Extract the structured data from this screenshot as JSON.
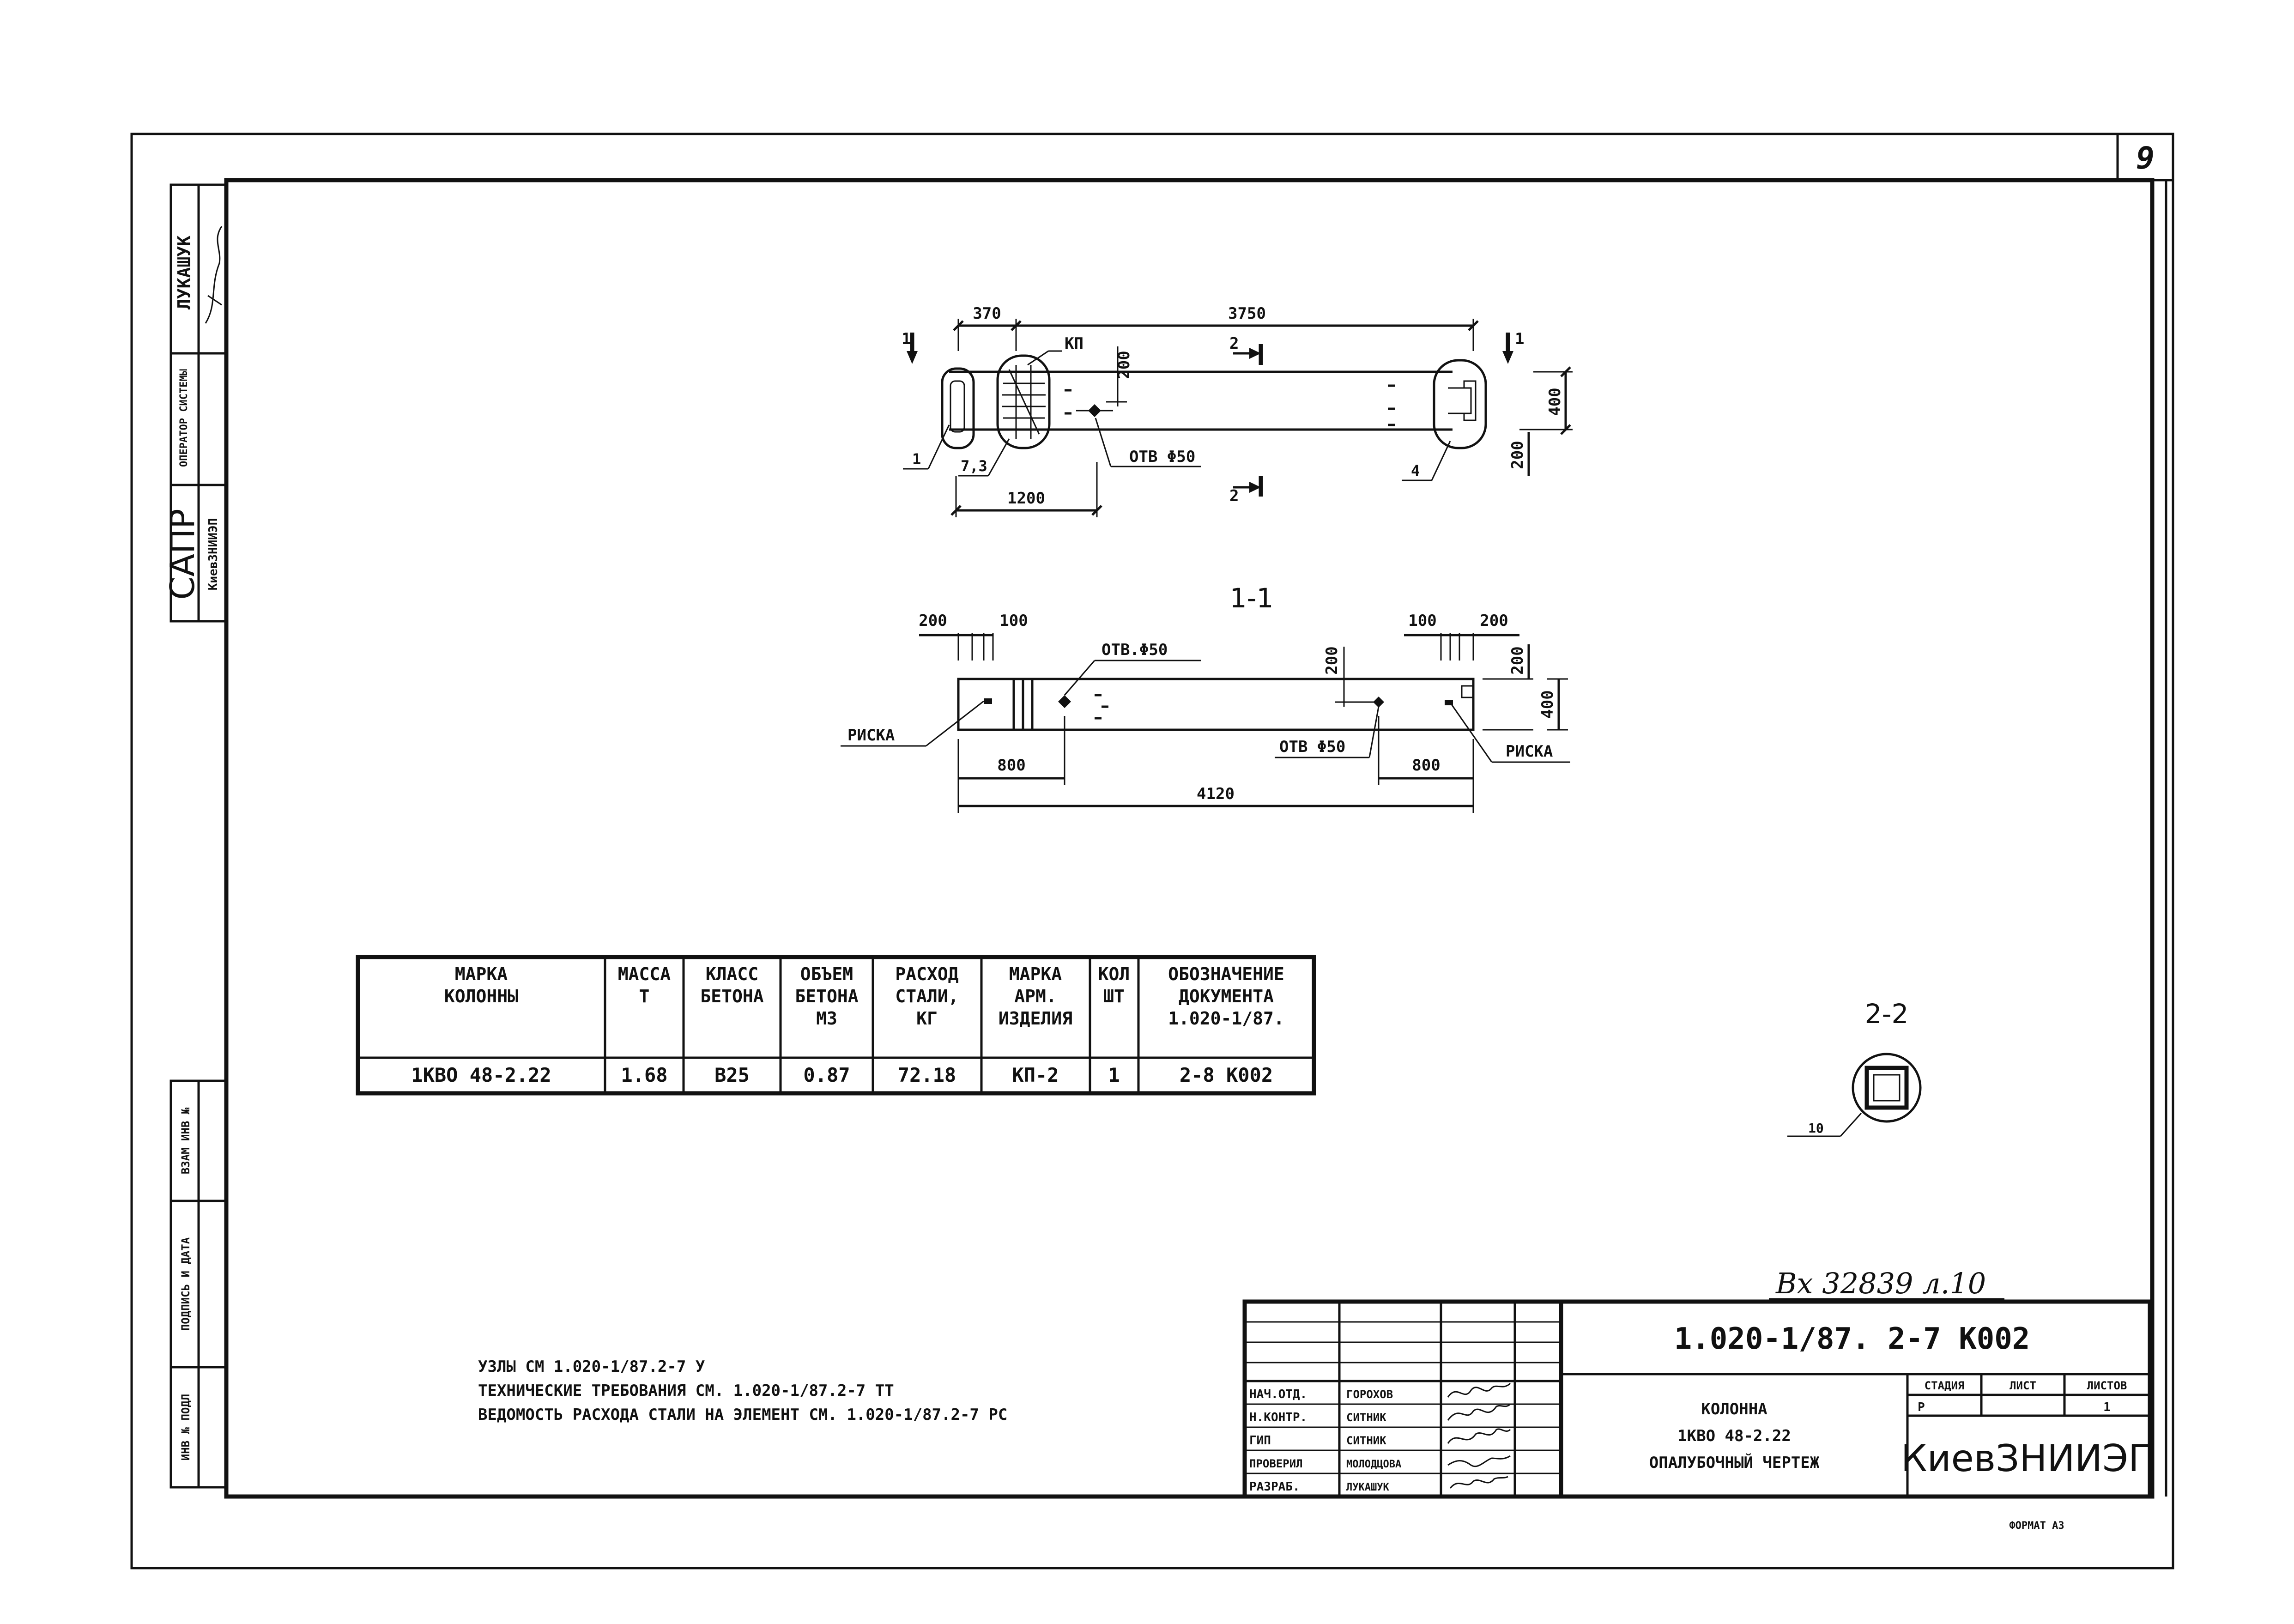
{
  "sheet": {
    "number": "9",
    "format": "ФОРМАТ А3",
    "inventory": "Вх 32839 л.10"
  },
  "left_strip": {
    "author": "ЛУКАШУК",
    "operator_label": "ОПЕРАТОР СИСТЕМЫ",
    "sapr": "САПР",
    "sapr_org": "КиевЗНИИЭП",
    "cells": [
      "ВЗАМ ИНВ №",
      "ПОДПИСЬ И ДАТА",
      "ИНВ № ПОДЛ"
    ]
  },
  "plan_view": {
    "dims": [
      "370",
      "3750",
      "1200",
      "200",
      "400",
      "200"
    ],
    "labels": {
      "kp": "КП",
      "hole": "ОТВ Φ50",
      "pos1": "1",
      "pos73": "7,3",
      "pos4": "4",
      "cut1_left": "1",
      "cut1_right": "1",
      "cut2_top": "2",
      "cut2_bottom": "2"
    }
  },
  "section_1_1": {
    "title": "1-1",
    "dims": [
      "200",
      "100",
      "100",
      "200",
      "200",
      "200",
      "400",
      "800",
      "800",
      "4120"
    ],
    "labels": {
      "hole_top": "ОТВ.Φ50",
      "hole_bottom": "ОТВ Φ50",
      "risk_left": "РИСКА",
      "risk_right": "РИСКА"
    }
  },
  "section_2_2": {
    "title": "2-2",
    "pos": "10"
  },
  "spec_table": {
    "headers": [
      [
        "МАРКА",
        "КОЛОННЫ"
      ],
      [
        "МАССА",
        "Т"
      ],
      [
        "КЛАСС",
        "БЕТОНА"
      ],
      [
        "ОБЪЕМ",
        "БЕТОНА",
        "М3"
      ],
      [
        "РАСХОД",
        "СТАЛИ,",
        "КГ"
      ],
      [
        "МАРКА",
        "АРМ.",
        "ИЗДЕЛИЯ"
      ],
      [
        "КОЛ",
        "ШТ"
      ],
      [
        "ОБОЗНАЧЕНИЕ",
        "ДОКУМЕНТА",
        "1.020-1/87."
      ]
    ],
    "row": [
      "1КВО 48-2.22",
      "1.68",
      "В25",
      "0.87",
      "72.18",
      "КП-2",
      "1",
      "2-8 К002"
    ]
  },
  "notes": [
    "УЗЛЫ СМ 1.020-1/87.2-7 У",
    "ТЕХНИЧЕСКИЕ ТРЕБОВАНИЯ СМ. 1.020-1/87.2-7 ТТ",
    "ВЕДОМОСТЬ РАСХОДА СТАЛИ НА ЭЛЕМЕНТ СМ. 1.020-1/87.2-7 РС"
  ],
  "title_block": {
    "code": "1.020-1/87. 2-7 К002",
    "name_lines": [
      "КОЛОННА",
      "1КВО 48-2.22",
      "ОПАЛУБОЧНЫЙ ЧЕРТЕЖ"
    ],
    "stage_headers": [
      "СТАДИЯ",
      "ЛИСТ",
      "ЛИСТОВ"
    ],
    "stage_values": [
      "Р",
      "",
      "1"
    ],
    "org": "КиевЗНИИЭП",
    "roles": [
      {
        "role": "НАЧ.ОТД.",
        "name": "ГОРОХОВ"
      },
      {
        "role": "Н.КОНТР.",
        "name": "СИТНИК"
      },
      {
        "role": "ГИП",
        "name": "СИТНИК"
      },
      {
        "role": "ПРОВЕРИЛ",
        "name": "МОЛОДЦОВА"
      },
      {
        "role": "РАЗРАБ.",
        "name": "ЛУКАШУК"
      }
    ]
  }
}
